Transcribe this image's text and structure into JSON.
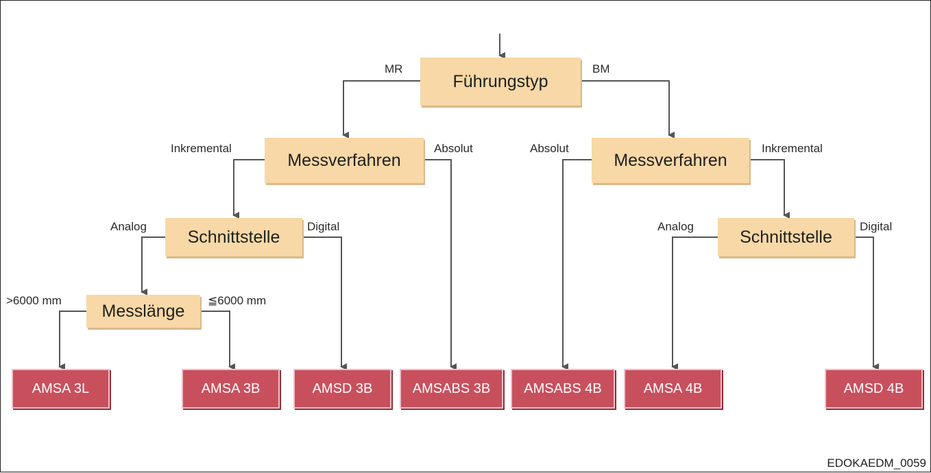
{
  "nodes": {
    "fuehrungstyp": "Führungstyp",
    "messverfahren_left": "Messverfahren",
    "messverfahren_right": "Messverfahren",
    "schnittstelle_left": "Schnittstelle",
    "schnittstelle_right": "Schnittstelle",
    "messlaenge": "Messlänge"
  },
  "results": {
    "amsa_3l": "AMSA 3L",
    "amsa_3b": "AMSA 3B",
    "amsd_3b": "AMSD 3B",
    "amsabs_3b": "AMSABS 3B",
    "amsabs_4b": "AMSABS 4B",
    "amsa_4b": "AMSA 4B",
    "amsd_4b": "AMSD 4B"
  },
  "edge_labels": {
    "mr": "MR",
    "bm": "BM",
    "inkremental_left": "Inkremental",
    "absolut_left": "Absolut",
    "absolut_right": "Absolut",
    "inkremental_right": "Inkremental",
    "analog_left": "Analog",
    "digital_left": "Digital",
    "analog_right": "Analog",
    "digital_right": "Digital",
    "gt_6000": ">6000 mm",
    "le_6000": "≦6000 mm"
  },
  "reference_code": "EDOKAEDM_0059",
  "colors": {
    "decision_fill": "#f7d8a6",
    "result_fill": "#c8505d",
    "connector": "#555555"
  }
}
